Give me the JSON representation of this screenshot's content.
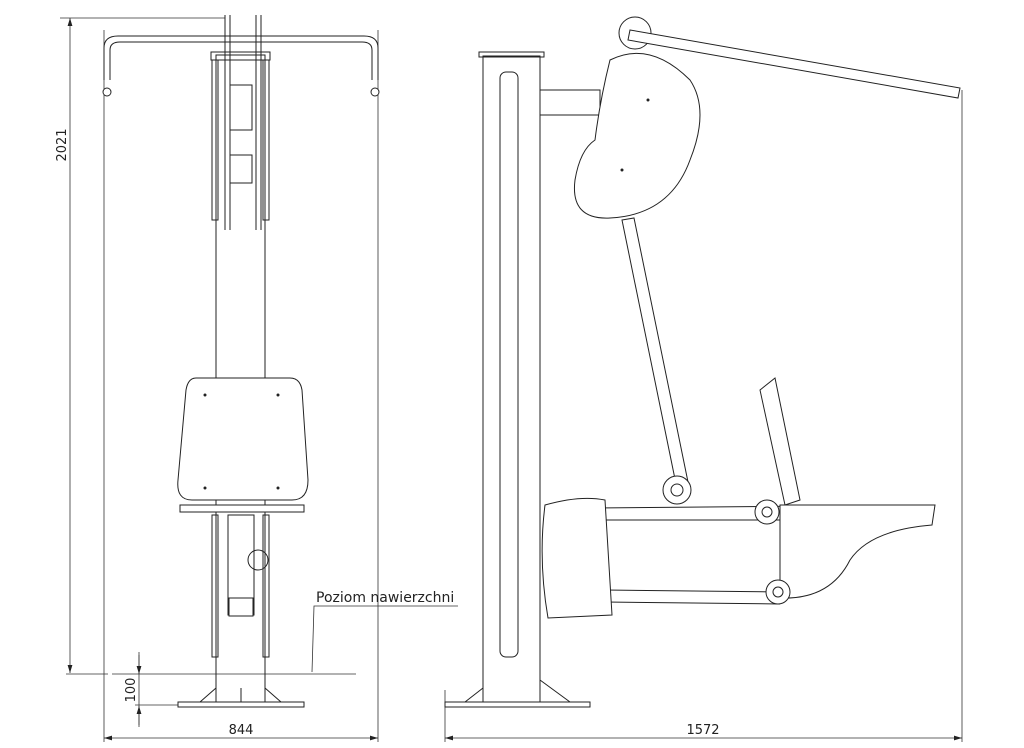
{
  "drawing": {
    "front_view": {
      "height_dimension": "2021",
      "width_dimension": "844",
      "foundation_depth_dimension": "100",
      "surface_level_label": "Poziom nawierzchni"
    },
    "side_view": {
      "length_dimension": "1572"
    }
  }
}
